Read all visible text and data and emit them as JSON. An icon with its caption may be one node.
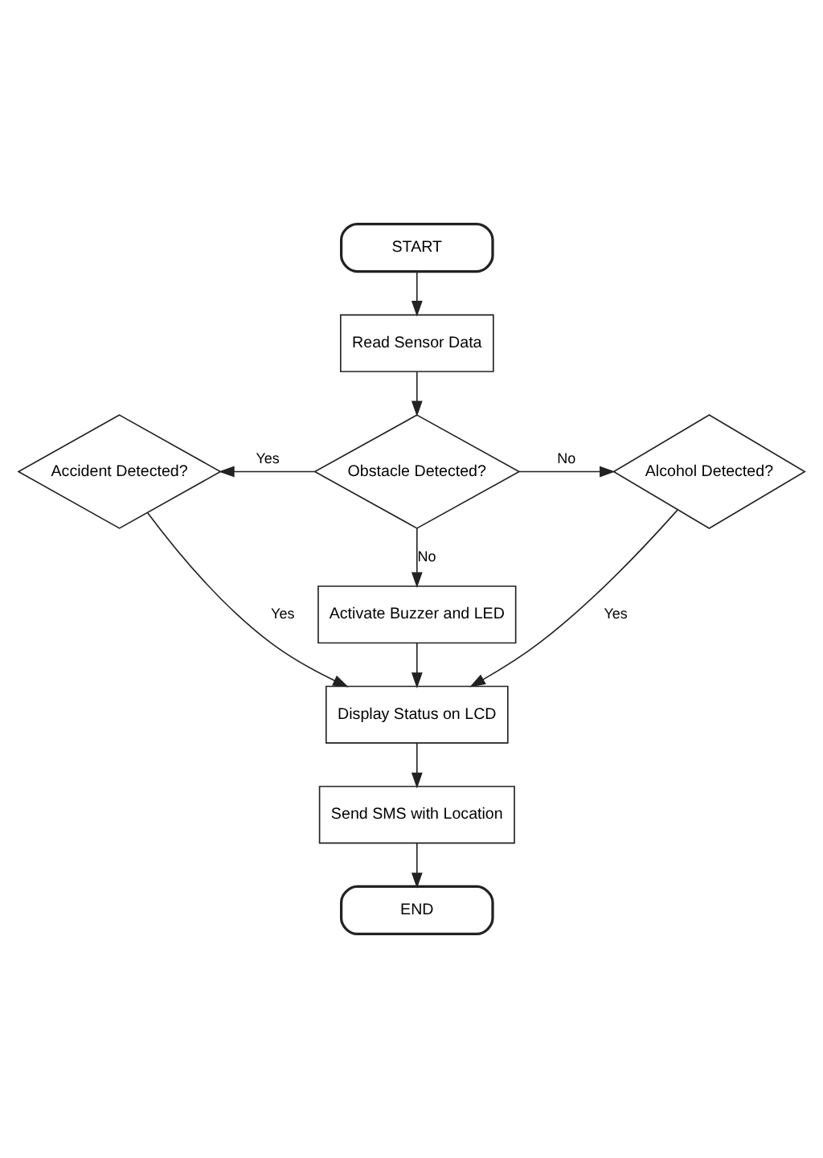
{
  "diagram": {
    "nodes": [
      {
        "text": [
          "START"
        ]
      },
      {
        "text": [
          "Read Sensor Data"
        ]
      },
      {
        "text": [
          "Accident Detected?"
        ]
      },
      {
        "text": [
          "Obstacle Detected?"
        ]
      },
      {
        "text": [
          "Alcohol Detected?"
        ]
      },
      {
        "text": [
          "Activate Buzzer and LED"
        ]
      },
      {
        "text": [
          "Display Status on LCD"
        ]
      },
      {
        "text": [
          "Send SMS with Location"
        ]
      },
      {
        "text": [
          "END"
        ]
      }
    ],
    "edges": [
      {
        "from": 0,
        "to": 1,
        "arrow": "to"
      },
      {
        "from": 1,
        "to": 3,
        "arrow": "to"
      },
      {
        "from": 3,
        "to": 2,
        "arrow": "to",
        "label": "Yes"
      },
      {
        "from": 3,
        "to": 4,
        "arrow": "to",
        "label": "No"
      },
      {
        "from": 3,
        "to": 5,
        "arrow": "to",
        "label": "No"
      },
      {
        "from": 2,
        "to": 6,
        "arrow": "to",
        "label": "Yes"
      },
      {
        "from": 4,
        "to": 6,
        "arrow": "to",
        "label": "Yes"
      },
      {
        "from": 5,
        "to": 6,
        "arrow": "to"
      },
      {
        "from": 6,
        "to": 7,
        "arrow": "to"
      },
      {
        "from": 7,
        "to": 8,
        "arrow": "to"
      }
    ]
  }
}
